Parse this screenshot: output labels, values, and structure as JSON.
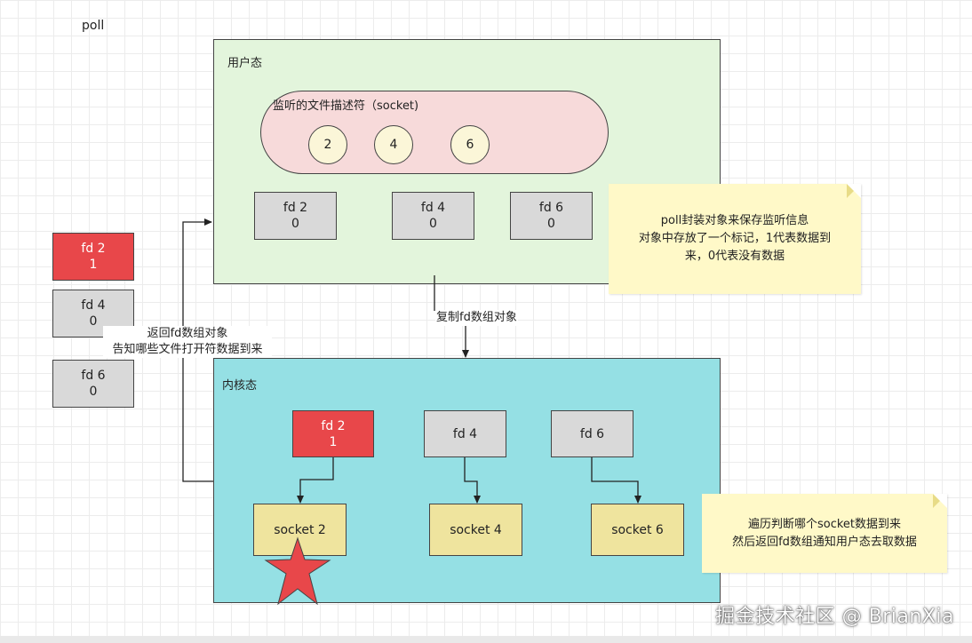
{
  "diagram": {
    "title": "poll",
    "user_panel": {
      "label": "用户态",
      "pill": {
        "label": "监听的文件描述符（socket)",
        "circles": [
          "2",
          "4",
          "6"
        ]
      },
      "fd_boxes": [
        {
          "name": "fd 2",
          "value": "0"
        },
        {
          "name": "fd 4",
          "value": "0"
        },
        {
          "name": "fd 6",
          "value": "0"
        }
      ]
    },
    "kernel_panel": {
      "label": "内核态",
      "fd_boxes": [
        {
          "name": "fd 2",
          "value": "1"
        },
        {
          "name": "fd 4"
        },
        {
          "name": "fd 6"
        }
      ],
      "sockets": [
        "socket 2",
        "socket 4",
        "socket 6"
      ]
    },
    "left_fd_boxes": [
      {
        "name": "fd 2",
        "value": "1"
      },
      {
        "name": "fd 4",
        "value": "0"
      },
      {
        "name": "fd 6",
        "value": "0"
      }
    ],
    "copy_label": "复制fd数组对象",
    "return_label": [
      "返回fd数组对象",
      "告知哪些文件打开符数据到来"
    ],
    "note_top": [
      "poll封装对象来保存监听信息",
      "对象中存放了一个标记，1代表数据到",
      "来，0代表没有数据"
    ],
    "note_bottom": [
      "遍历判断哪个socket数据到来",
      "然后返回fd数组通知用户态去取数据"
    ],
    "watermark": "掘金技术社区 @ BrianXia",
    "colors": {
      "user_bg": "#e3f5dc",
      "kernel_bg": "#95e0e4",
      "pill_bg": "#f7dada",
      "active_red": "#e8474a",
      "socket_yellow": "#efe49e",
      "note_yellow": "#fff9c8",
      "fd_grey": "#d9d9d9"
    }
  }
}
